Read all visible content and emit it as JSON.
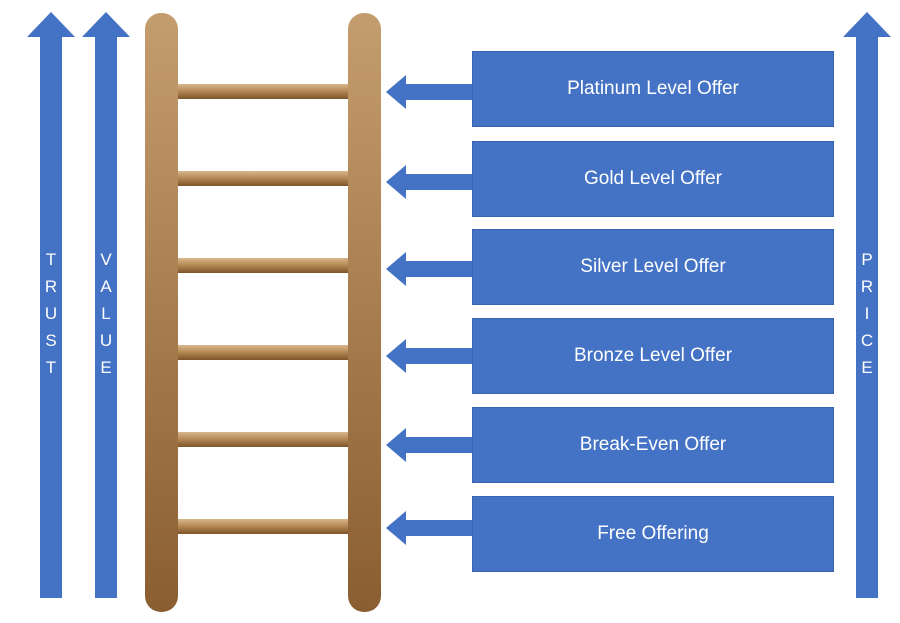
{
  "axes": {
    "trust": "TRUST",
    "value": "VALUE",
    "price": "PRICE"
  },
  "offers": [
    "Platinum Level Offer",
    "Gold Level Offer",
    "Silver Level Offer",
    "Bronze Level Offer",
    "Break-Even Offer",
    "Free Offering"
  ],
  "colors": {
    "arrow_blue": "#4472c4",
    "box_blue": "#4472c4",
    "ladder_light": "#c29a6a",
    "ladder_dark": "#8a5f33"
  }
}
